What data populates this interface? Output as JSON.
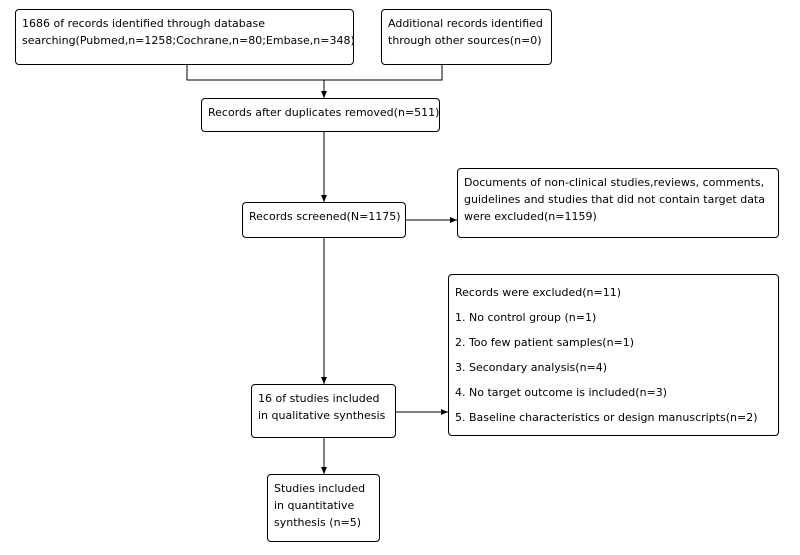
{
  "boxes": {
    "identified_db": [
      "1686 of records identified through database",
      "searching(Pubmed,n=1258;Cochrane,n=80;Embase,n=348)"
    ],
    "identified_other": [
      "Additional records identified",
      "through other sources(n=0)"
    ],
    "after_duplicates": [
      "Records after duplicates removed(n=511)"
    ],
    "screened": [
      "Records screened(N=1175)"
    ],
    "excluded_docs": [
      "Documents of non-clinical studies,reviews, comments,",
      "guidelines and studies that did not contain target data",
      "were excluded(n=1159)"
    ],
    "qualitative": [
      "16 of studies included",
      "in qualitative synthesis"
    ],
    "quantitative": [
      "Studies included",
      "in quantitative",
      "synthesis (n=5)"
    ]
  },
  "exclusions": {
    "title": "Records were excluded(n=11)",
    "items": [
      "1. No control group (n=1)",
      "2. Too few patient samples(n=1)",
      "3. Secondary analysis(n=4)",
      "4. No target outcome is included(n=3)",
      "5. Baseline characteristics or design manuscripts(n=2)"
    ]
  }
}
